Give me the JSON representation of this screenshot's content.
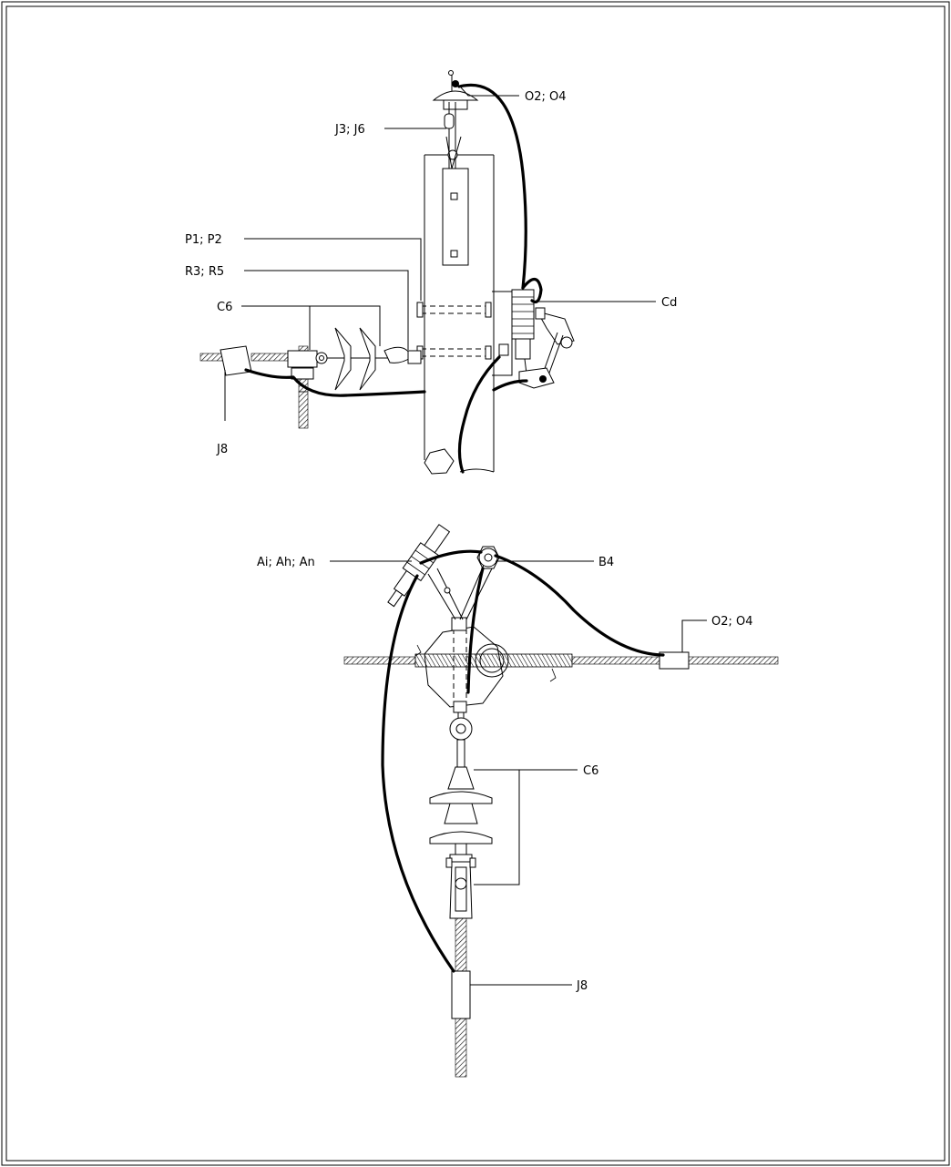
{
  "labels": {
    "top_o2_o4": "O2; O4",
    "top_j3_j6": "J3; J6",
    "top_p1_p2": "P1; P2",
    "top_r3_r5": "R3; R5",
    "top_c6": "C6",
    "top_cd": "Cd",
    "top_j8": "J8",
    "bot_ai_ah_an": "Ai; Ah; An",
    "bot_b4": "B4",
    "bot_o2_o4": "O2; O4",
    "bot_c6": "C6",
    "bot_j8": "J8"
  }
}
